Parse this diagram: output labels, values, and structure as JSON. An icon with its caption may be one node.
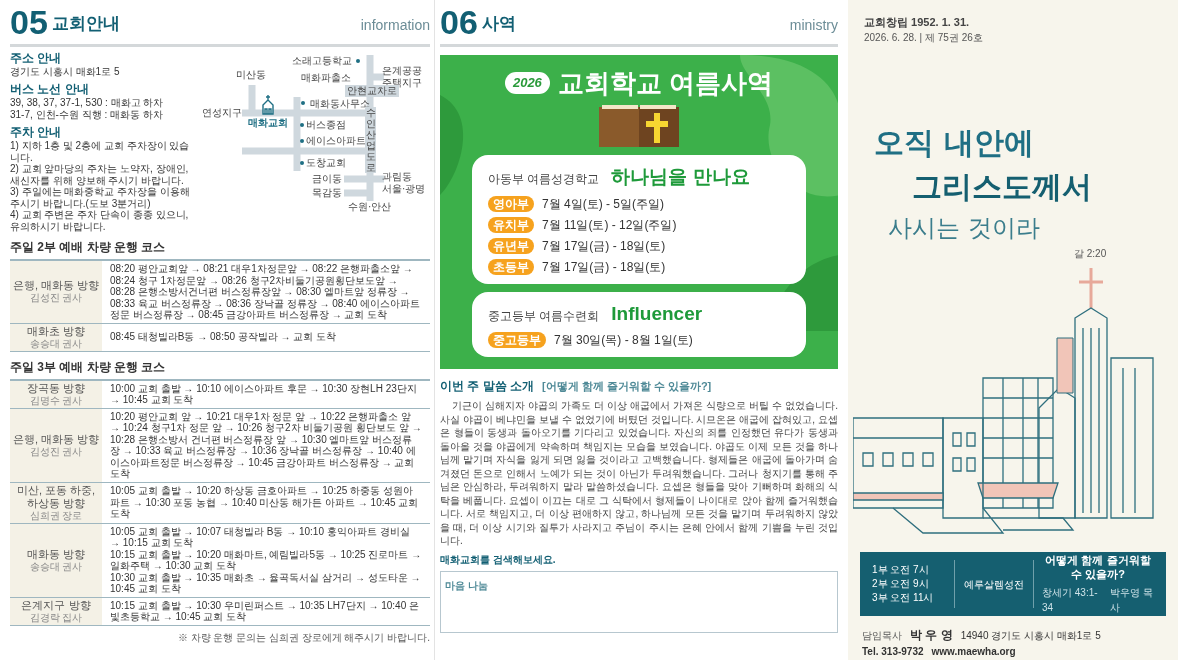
{
  "diagram": {
    "nodes": [
      {
        "text": [
          "2026",
          "교회학교 여름사역"
        ]
      },
      {
        "text": [
          "아동부 여름성경학교",
          "하나님을 만나요"
        ],
        "in": 0
      },
      {
        "text": [
          "영아부"
        ],
        "in": 1,
        "beside": [
          "7월 4일(토) - 5일(주일)"
        ]
      },
      {
        "text": [
          "유치부"
        ],
        "in": 1,
        "beside": [
          "7월 11일(토) - 12일(주일)"
        ]
      },
      {
        "text": [
          "유년부"
        ],
        "in": 1,
        "beside": [
          "7월 17일(금) - 18일(토)"
        ]
      },
      {
        "text": [
          "초등부"
        ],
        "in": 1,
        "beside": [
          "7월 17일(금) - 18일(토)"
        ]
      },
      {
        "text": [
          "중고등부 여름수련회",
          "Influencer"
        ],
        "in": 0
      },
      {
        "text": [
          "중고등부"
        ],
        "in": 6,
        "beside": [
          "7월 30일(목) - 8월 1일(토)"
        ]
      },
      {
        "text": [
          "마음 나눔"
        ]
      },
      {
        "text": [
          "1부 오전 7시",
          "2부 오전 9시",
          "3부 오전 11시",
          "예루살렘성전",
          "어떻게 함께 즐거워할 수 있을까?",
          "창세기 43:1-34",
          "박우영 목사"
        ]
      }
    ],
    "labels": [
      "05",
      "교회안내",
      "information",
      "주소 안내",
      "경기도 시흥시 매화1로 5",
      "버스 노선 안내",
      "39, 38, 37, 37-1, 530 : 매화고 하차",
      "31-7, 인천-수원 직행 : 매화동 하차",
      "주차 안내",
      "1) 지하 1층 및 2층에 교회 주차장이 있습니다.",
      "2) 교회 앞마당의 주차는 노약자, 장애인, 새신자를 위해 양보해 주시기 바랍니다.",
      "3) 주일에는 매화중학교 주차장을 이용해 주시기 바랍니다.(도보 3분거리)",
      "4) 교회 주변은 주차 단속이 종종 있으니, 유의하시기 바랍니다.",
      "소래고등학교",
      "은계공공 주택지구",
      "안현교차로",
      "미산동",
      "매화파출소",
      "매화동사무소",
      "연성지구",
      "매화교회",
      "버스종점",
      "에이스아파트",
      "도창교회",
      "수인산업도로",
      "금이동",
      "과림동 서울·광명",
      "목감동",
      "수원·안산",
      "주일 2부 예배 차량 운행 코스",
      "은행, 매화동 방향",
      "김성진 권사",
      "08:20 평안교회앞 → 08:21 대우1차정문앞 → 08:22 은행파출소앞 → 08:24 청구 1차정문앞 → 08:26 청구2차비둘기공원횡단보도앞 → 08:28 은행소방서건너편 버스정류장앞 → 08:30 엘마트앞 정류장 → 08:33 육교 버스정류장 → 08:36 장낙골 정류장 → 08:40 에이스아파트 정문 버스정류장 → 08:45 금강아파트 버스정류장 → 교회 도착",
      "매화초 방향",
      "송승대 권사",
      "08:45 태청빌라B동 → 08:50 공작빌라 → 교회 도착",
      "주일 3부 예배 차량 운행 코스",
      "장곡동 방향",
      "김명수 권사",
      "10:00 교회 출발 → 10:10 에이스아파트 후문 → 10:30 장현LH 23단지 → 10:45 교회 도착",
      "은행, 매화동 방향",
      "김성진 권사",
      "10:20 평안교회 앞 → 10:21 대우1차 정문 앞 → 10:22 은행파출소 앞 → 10:24 청구1차 정문 앞 → 10:26 청구2차 비둘기공원 횡단보도 앞 → 10:28 은행소방서 건너편 버스정류장 앞 → 10:30 엘마트앞 버스정류장 → 10:33 육교 버스정류장 → 10:36 장낙골 버스정류장 → 10:40 에이스아파트정문 버스정류장 → 10:45 금강아파트 버스정류장 → 교회 도착",
      "미산, 포동 하중, 하상동 방향",
      "심희권 장로",
      "10:05 교회 출발 → 10:20 하상동 금호아파트 → 10:25 하중동 성원아파트 → 10:30 포동 농협 → 10:40 미산동 해가든 아파트 → 10:45 교회 도착",
      "매화동 방향",
      "송승대 권사",
      "10:05 교회 출발 → 10:07 태청빌라 B동 → 10:10 홍익아파트 경비실 → 10:15 교회 도착",
      "10:15 교회 출발 → 10:20 매화마트, 예림빌라5동 → 10:25 진로마트 → 일화주택 → 10:30 교회 도착",
      "10:30 교회 출발 → 10:35 매화초 → 율곡독서실 삼거리 → 성도타운 → 10:45 교회 도착",
      "은계지구 방향",
      "김경락 집사",
      "10:15 교회 출발 → 10:30 우미린퍼스트 → 10:35 LH7단지 → 10:40 은빛초등학교 → 10:45 교회 도착",
      "※ 차량 운행 문의는 심희권 장로에게 해주시기 바랍니다.",
      "06",
      "사역",
      "ministry",
      "이번 주 말씀 소개",
      "[어떻게 함께 즐거워할 수 있을까?]",
      "기근이 심해지자 야곱의 가족도 더 이상 애굽에서 가져온 식량으로 버틸 수 없었습니다. 사실 야곱이 베냐민을 보낼 수 없었기에 버텼던 것입니다. 시므온은 애굽에 잡혀있고, 요셉은 형들이 동생과 돌아오기를 기다리고 있었습니다. 자신의 죄를 인정했던 유다가 동생과 돌아올 것을 야곱에게 약속하며 책임지는 모습을 보였습니다. 야곱도 이제 모든 것을 하나님께 맡기며 자식을 잃게 되면 잃을 것이라고 고백했습니다. 형제들은 애굽에 돌아가며 숨겨졌던 돈으로 인해서 노예가 되는 것이 아닌가 두려워했습니다. 그러나 청지기를 통해 주님은 안심하라, 두려워하지 말라 말씀하셨습니다. 요셉은 형들을 맞아 기뻐하며 화해의 식탁을 베풉니다. 요셉이 이끄는 대로 그 식탁에서 형제들이 나이대로 앉아 함께 즐거워했습니다. 서로 책임지고, 더 이상 편애하지 않고, 하나님께 모든 것을 맡기며 두려워하지 않았을 때, 더 이상 시기와 질투가 사라지고 주님이 주시는 은혜 안에서 함께 기쁨을 누린 것입니다.",
      "매화교회를 검색해보세요.",
      "교회창립 1952. 1. 31.",
      "2026. 6. 28. | 제 75권 26호",
      "오직 내안에",
      "그리스도께서",
      "사시는 것이라",
      "갈 2:20",
      "담임목사",
      "박 우 영",
      "14940 경기도 시흥시 매화1로 5",
      "Tel. 313-9732",
      "www.maewha.org"
    ]
  }
}
